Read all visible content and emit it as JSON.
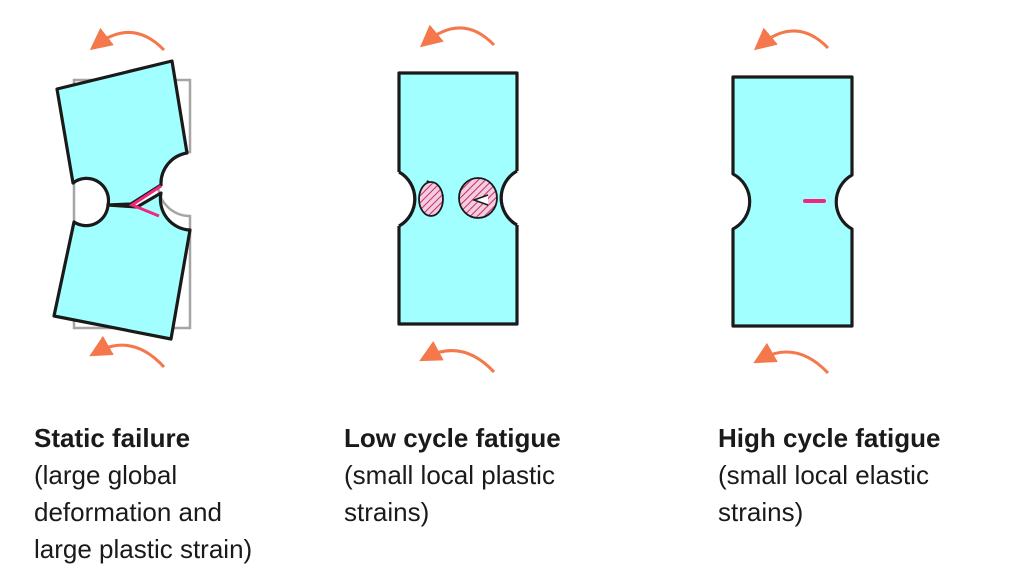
{
  "colors": {
    "specimen_fill": "#a2ffff",
    "outline": "#1a1a1a",
    "original_outline": "#a6a6a6",
    "arrow": "#f4784c",
    "crack": "#f0287d",
    "plastic_zone_hatch": "#c2185b",
    "plastic_zone_fill": "#f2cde0"
  },
  "panels": [
    {
      "id": "static",
      "title": "Static failure",
      "lines": [
        "(large global",
        "deformation and",
        "large plastic strain)"
      ]
    },
    {
      "id": "low",
      "title": "Low cycle fatigue",
      "lines": [
        "(small local plastic",
        "strains)"
      ]
    },
    {
      "id": "high",
      "title": "High cycle fatigue",
      "lines": [
        "(small local elastic",
        "strains)"
      ]
    }
  ]
}
